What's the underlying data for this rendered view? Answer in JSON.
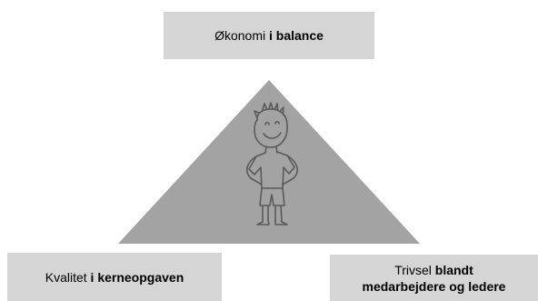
{
  "colors": {
    "box_fill": "#d5d5d5",
    "triangle_fill": "#a3a3a3",
    "figure_stroke": "#5a5a5a"
  },
  "top_box": {
    "text_plain": "Økonomi",
    "text_bold": "i balance"
  },
  "left_box": {
    "text_plain": "Kvalitet",
    "text_bold": "i kerneopgaven"
  },
  "right_box": {
    "text_plain": "Trivsel",
    "text_bold_line1": "blandt",
    "text_bold_line2": "medarbejdere og ledere"
  },
  "center_figure": {
    "icon": "child-drawing-icon"
  }
}
